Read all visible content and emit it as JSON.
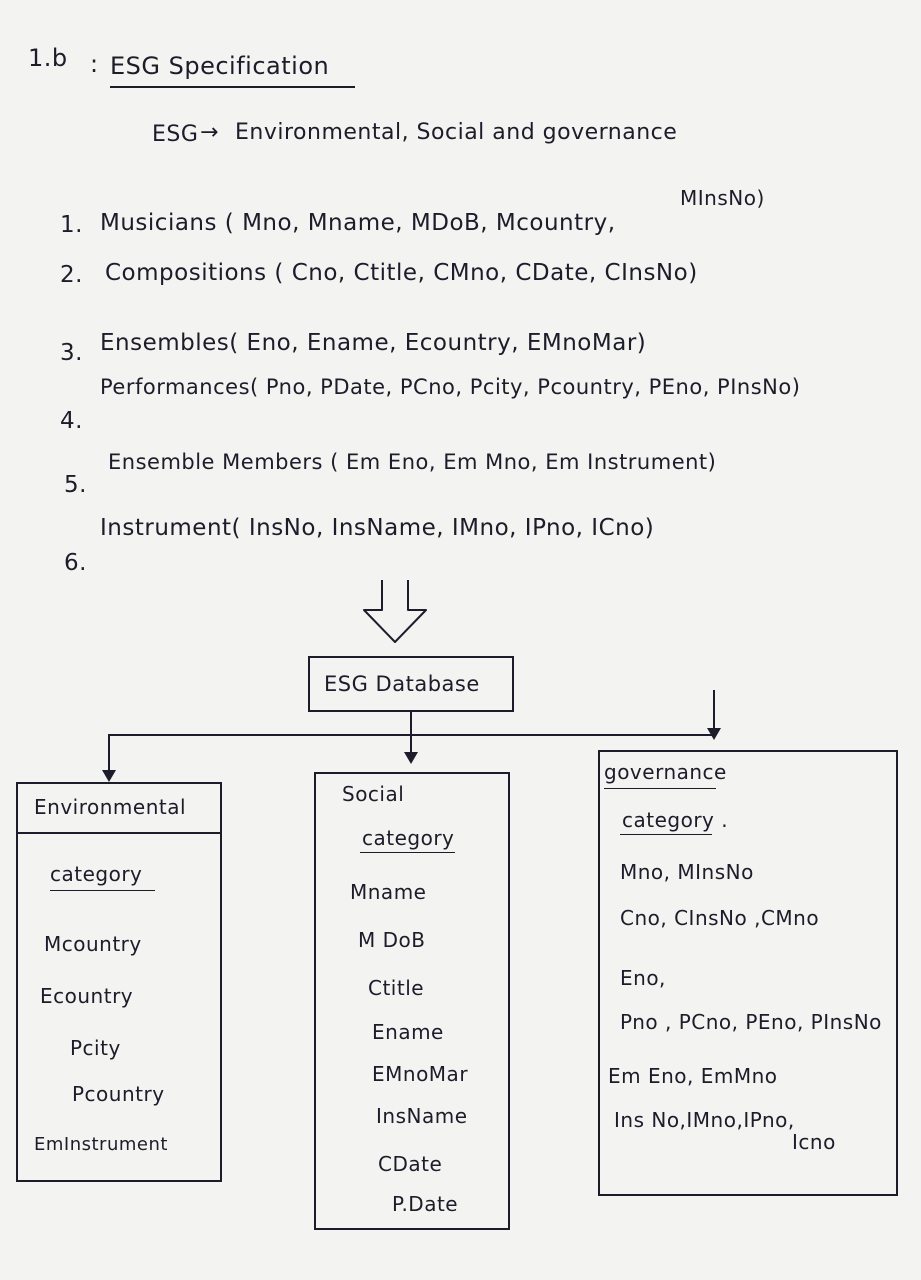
{
  "heading": {
    "number": "1.b",
    "colon": ":",
    "title": "ESG Specification",
    "expansion_abbrev": "ESG",
    "expansion_arrow": "→",
    "expansion_text": "Environmental, Social and governance"
  },
  "relations": [
    {
      "num": "1.",
      "text": "Musicians ( Mno, Mname, MDoB, Mcountry,",
      "tail": "MInsNo)"
    },
    {
      "num": "2.",
      "text": "Compositions ( Cno, Ctitle, CMno, CDate, CInsNo)",
      "tail": ""
    },
    {
      "num": "3.",
      "text": "Ensembles( Eno, Ename, Ecountry, EMnoMar)",
      "tail": ""
    },
    {
      "num": "4.",
      "text": "Performances( Pno, PDate, PCno, Pcity, Pcountry, PEno, PInsNo)",
      "tail": ""
    },
    {
      "num": "5.",
      "text": "Ensemble Members ( Em Eno, Em Mno, Em Instrument)",
      "tail": ""
    },
    {
      "num": "6.",
      "text": "Instrument( InsNo, InsName, IMno, IPno, ICno)",
      "tail": ""
    }
  ],
  "root": {
    "label": "ESG Database"
  },
  "categories": {
    "environmental": {
      "header": "Environmental",
      "subheader": "category",
      "items": [
        "Mcountry",
        "Ecountry",
        "Pcity",
        "Pcountry",
        "EmInstrument"
      ]
    },
    "social": {
      "header": "Social",
      "subheader": "category",
      "items": [
        "Mname",
        "M DoB",
        "Ctitle",
        "Ename",
        "EMnoMar",
        "InsName",
        "CDate",
        "P.Date"
      ]
    },
    "governance": {
      "header": "governance",
      "subheader": "category .",
      "items": [
        "Mno, MInsNo",
        "Cno, CInsNo ,CMno",
        "Eno,",
        "Pno , PCno, PEno, PInsNo",
        "Em Eno, EmMno",
        "Ins No,IMno,IPno,",
        "Icno"
      ]
    }
  },
  "colors": {
    "ink": "#1c1c2a",
    "paper": "#f3f3f1"
  }
}
